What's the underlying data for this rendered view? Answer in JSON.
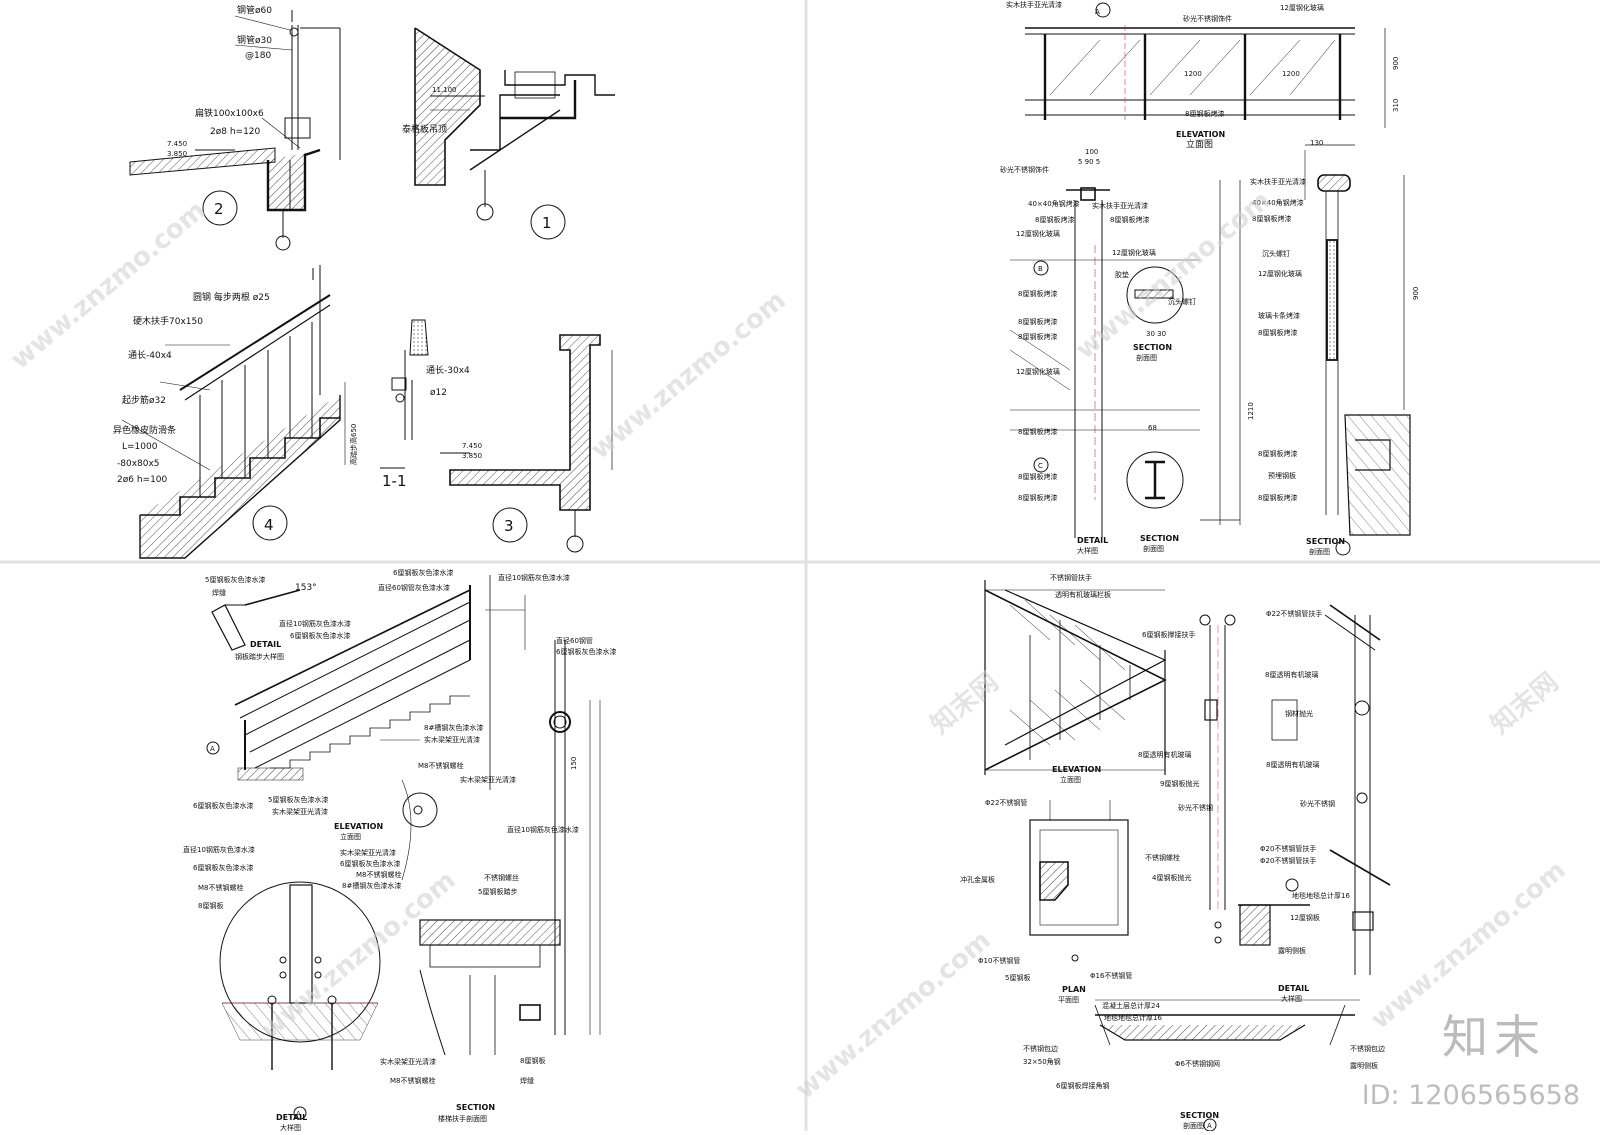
{
  "q1": {
    "pipe_60": "钢管ø60",
    "pipe_30": "钢管ø30",
    "pipe_30_spacing": "@180",
    "flat_steel": "扁铁100x100x6",
    "rebar_2": "2ø8 h=120",
    "elev_a": "7.450",
    "elev_b": "3.850",
    "elev_c": "11.100",
    "ceiling": "泰格板吊顶",
    "circle_2": "2",
    "circle_1": "1",
    "round_bar": "圆钢 每步两根 ø25",
    "handrail": "硬木扶手70x150",
    "flat_40": "通长-40x4",
    "start_bar": "起步筋ø32",
    "rubber": "异色橡皮防滑条",
    "rubber_len": "L=1000",
    "plate_80": "-80x80x5",
    "rebar_6": "2ø6 h=100",
    "circle_4": "4",
    "flat_30": "通长-30x4",
    "bar_12": "ø12",
    "rail_height": "高踏步高650",
    "section_11": "1-1",
    "circle_3": "3"
  },
  "q2": {
    "wood_rail": "实木扶手亚光清漆",
    "frosted_steel": "砂光不锈钢饰件",
    "glass_12": "12厘钢化玻璃",
    "dim_1200": "1200",
    "dim_900": "900",
    "dim_310": "310",
    "plate_8": "8厘钢板烤漆",
    "elevation_en": "ELEVATION",
    "elevation_cn": "立面图",
    "dim_100": "100",
    "dim_50": "5 90 5",
    "angle_40": "40×40角钢烤漆",
    "rubber_pad": "胶垫",
    "countersunk": "沉头螺钉",
    "glass_clip": "玻璃卡条烤漆",
    "embed_plate": "预埋钢板",
    "dim_130": "130",
    "dim_1210": "1210",
    "dim_68": "68",
    "dim_3030": "30 30",
    "detail_en": "DETAIL",
    "detail_cn": "大样图",
    "section_en": "SECTION",
    "section_cn": "剖面图",
    "mark_a": "A",
    "mark_b": "B",
    "mark_c": "C"
  },
  "q3": {
    "plate_5_gray": "5厘钢板灰色漆水漆",
    "weld": "焊缝",
    "angle_153": "153°",
    "plate_6_gray": "6厘钢板灰色漆水漆",
    "pipe_60_gray": "直径60钢管灰色漆水漆",
    "bar_10_gray": "直径10钢筋灰色漆水漆",
    "detail_step_cn": "钢板踏步大样图",
    "detail_en": "DETAIL",
    "groove_8": "8#槽钢灰色漆水漆",
    "wood_frame": "实木梁架亚光清漆",
    "m8_bolt": "M8不锈钢螺栓",
    "elevation_en": "ELEVATION",
    "elevation_cn": "立面图",
    "ss_bolt": "不锈钢螺丝",
    "plate_5_step": "5厘钢板踏步",
    "pipe_60_steel": "直径60钢管",
    "plate_8_gray": "8厘钢板",
    "dim_150": "150",
    "detail_cn": "大样图",
    "section_en": "SECTION",
    "section_cn": "楼梯扶手剖面图",
    "mark_a": "A"
  },
  "q4": {
    "ss_pipe_rail": "不锈钢管扶手",
    "acrylic": "透明有机玻璃栏板",
    "plate_6_rail": "6厘钢板撑接扶手",
    "clear_pipe": "Φ22不锈钢管扶手",
    "acrylic_8": "8厘透明有机玻璃",
    "steel_polish": "钢材抛光",
    "plate_9": "9厘钢板抛光",
    "frosted_ss": "砂光不锈钢",
    "ss_22": "Φ22不锈钢管",
    "perforated": "冲孔金属板",
    "ss_bolt": "不锈钢螺栓",
    "pipe_20_rail": "Φ20不锈钢管扶手",
    "plate_4": "4厘钢板抛光",
    "carpet": "地毯地毯总计厚16",
    "plate_12": "12厘钢板",
    "exposed": "露明侧板",
    "ss_10": "Φ10不锈钢管",
    "plate_5": "5厘钢板",
    "ss_16": "Φ16不锈钢管",
    "elevation_en": "ELEVATION",
    "elevation_cn": "立面图",
    "plan_en": "PLAN",
    "plan_cn": "平面图",
    "detail_en": "DETAIL",
    "detail_cn": "大样图",
    "concrete": "混凝土层总计厚24",
    "carpet2": "地毯地毯总计厚16",
    "ss_wrap": "不锈钢包边",
    "angle_32": "32×50角钢",
    "ss_6": "Φ6不锈钢钢网",
    "plate_6_angle": "6厘钢板焊接角钢",
    "exposed2": "露明侧板",
    "section_en": "SECTION",
    "section_cn": "剖面图",
    "mark_a": "A"
  },
  "watermark": {
    "site": "www.znzmo.com",
    "cn": "知末网"
  },
  "brand": {
    "name": "知末",
    "id": "ID: 1206565658"
  }
}
